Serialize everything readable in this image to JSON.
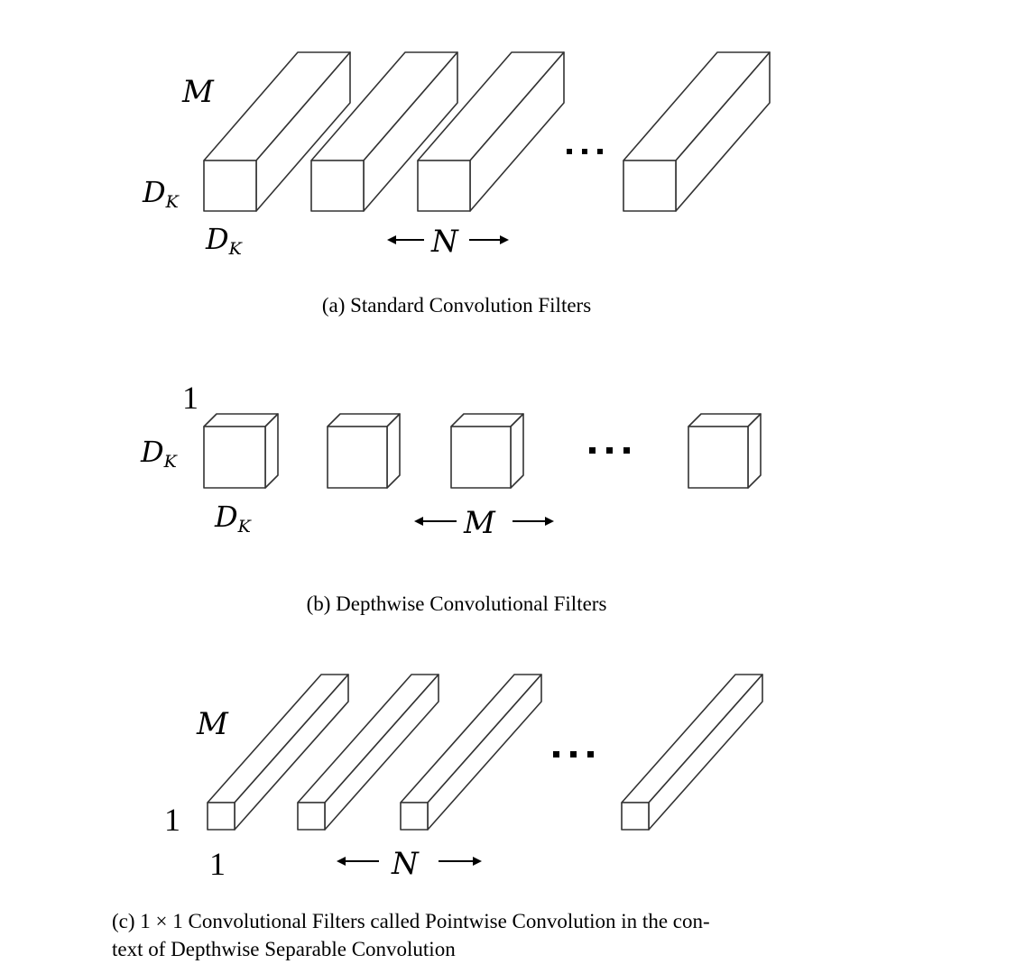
{
  "panel_a": {
    "depth_label": "M",
    "height_label": "D",
    "height_sub": "K",
    "width_label": "D",
    "width_sub": "K",
    "count_label": "N",
    "ellipsis": "...",
    "caption": "(a)  Standard Convolution Filters"
  },
  "panel_b": {
    "depth_label": "1",
    "height_label": "D",
    "height_sub": "K",
    "width_label": "D",
    "width_sub": "K",
    "count_label": "M",
    "ellipsis": "...",
    "caption": "(b)  Depthwise Convolutional Filters"
  },
  "panel_c": {
    "depth_label": "M",
    "height_label": "1",
    "width_label": "1",
    "count_label": "N",
    "ellipsis": "...",
    "caption_line1": "(c)  1 × 1 Convolutional Filters called Pointwise Convolution in the con-",
    "caption_line2": "text of Depthwise Separable Convolution"
  }
}
